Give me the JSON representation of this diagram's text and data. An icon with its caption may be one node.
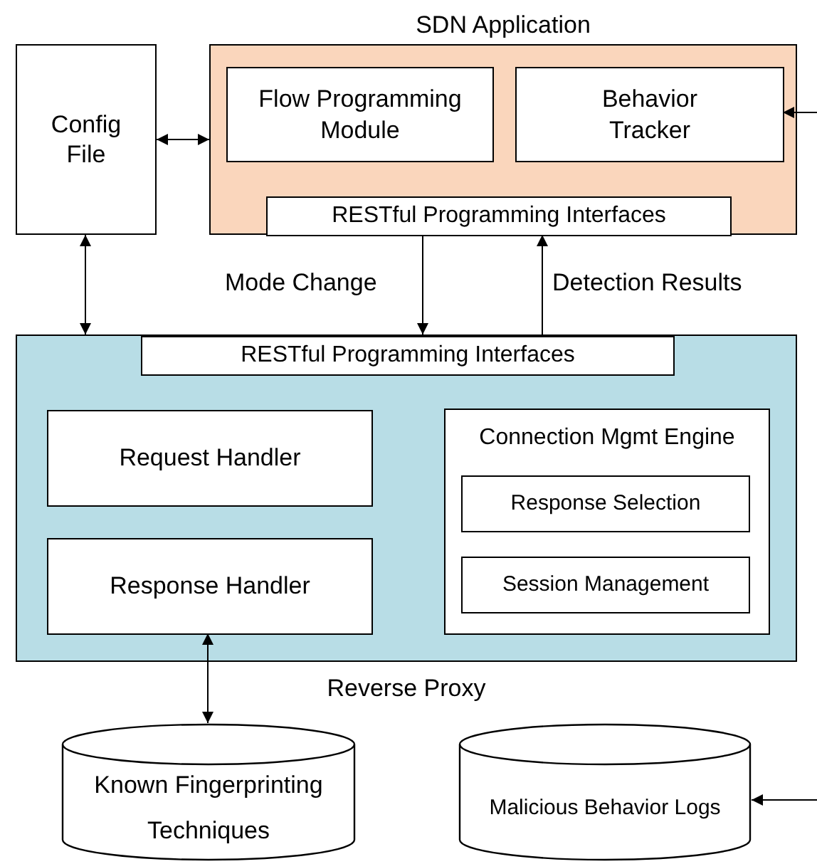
{
  "diagram": {
    "nodes": [
      {
        "text": [
          "Config File"
        ]
      },
      {
        "text": [
          "SDN Application"
        ]
      },
      {
        "text": [
          "Flow Programming Module"
        ],
        "in": 1
      },
      {
        "text": [
          "Behavior Tracker"
        ],
        "in": 1
      },
      {
        "text": [
          "RESTful Programming Interfaces"
        ],
        "in": 1
      },
      {
        "text": [
          "Reverse Proxy"
        ]
      },
      {
        "text": [
          "RESTful Programming Interfaces"
        ],
        "in": 5
      },
      {
        "text": [
          "Request Handler"
        ],
        "in": 5
      },
      {
        "text": [
          "Response Handler"
        ],
        "in": 5
      },
      {
        "text": [
          "Connection Mgmt Engine"
        ],
        "in": 5
      },
      {
        "text": [
          "Response Selection"
        ],
        "in": 9
      },
      {
        "text": [
          "Session Management"
        ],
        "in": 9
      },
      {
        "text": [
          "Known Fingerprinting Techniques"
        ]
      },
      {
        "text": [
          "Malicious Behavior Logs"
        ]
      }
    ],
    "edges": [
      {
        "from": 0,
        "to": 1,
        "arrow": "both"
      },
      {
        "from": 0,
        "to": 5,
        "arrow": "both"
      },
      {
        "from": 4,
        "to": 6,
        "arrow": "to",
        "label": "Mode Change"
      },
      {
        "from": 6,
        "to": 4,
        "arrow": "to",
        "label": "Detection Results"
      },
      {
        "from": null,
        "to": 3,
        "arrow": "to"
      },
      {
        "from": 8,
        "to": 12,
        "arrow": "both"
      },
      {
        "from": null,
        "to": 13,
        "arrow": "to"
      }
    ]
  }
}
